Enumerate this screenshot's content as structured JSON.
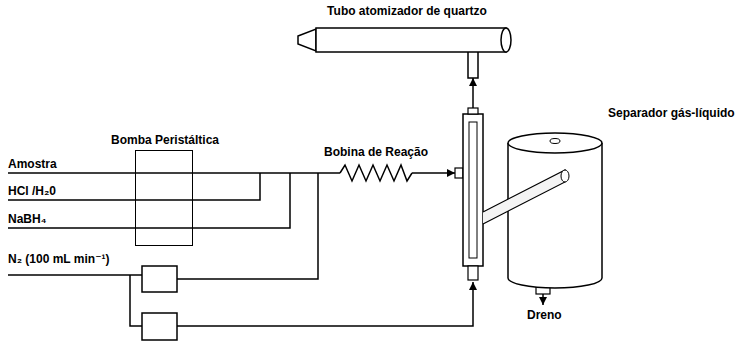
{
  "diagram": {
    "nodes": [
      {
        "text": [
          "Tubo atomizador de quartzo"
        ]
      },
      {
        "text": [
          "Bomba Peristáltica"
        ]
      },
      {
        "text": [
          "Bobina de Reação"
        ]
      },
      {
        "text": [
          "Separador gás-líquido"
        ]
      }
    ],
    "edges": [
      {
        "from": 1,
        "to": 2,
        "arrow": "none"
      },
      {
        "from": 2,
        "to": 3,
        "arrow": "to"
      },
      {
        "from": 3,
        "to": 0,
        "arrow": "to"
      }
    ],
    "labels": [
      "Amostra",
      "HCl /H₂0",
      "NaBH₄",
      "N₂ (100 mL min⁻¹)",
      "Dreno"
    ]
  }
}
